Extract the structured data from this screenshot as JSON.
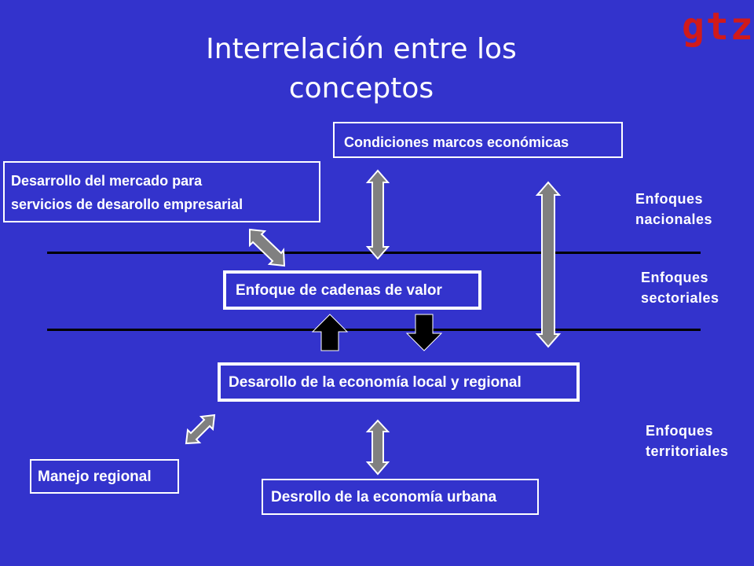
{
  "title": {
    "line1": "Interrelación entre los",
    "line2": "conceptos"
  },
  "logo": {
    "text": "gtz",
    "color": "#d11a1a"
  },
  "boxes": {
    "condiciones": "Condiciones marcos económicas",
    "mercado_line1": "Desarrollo del mercado para",
    "mercado_line2": "servicios de desarollo empresarial",
    "cadenas": "Enfoque de cadenas de valor",
    "economia_local": "Desarollo de la economía local y regional",
    "manejo": "Manejo regional",
    "urbana": "Desrollo de la economía urbana"
  },
  "side_labels": {
    "nacionales_line1": "Enfoques",
    "nacionales_line2": "nacionales",
    "sectoriales_line1": "Enfoques",
    "sectoriales_line2": "sectoriales",
    "territoriales_line1": "Enfoques",
    "territoriales_line2": "territoriales"
  },
  "colors": {
    "background": "#3333cc",
    "arrow_fill": "#808080",
    "block_arrow": "#000000",
    "text": "#ffffff"
  }
}
